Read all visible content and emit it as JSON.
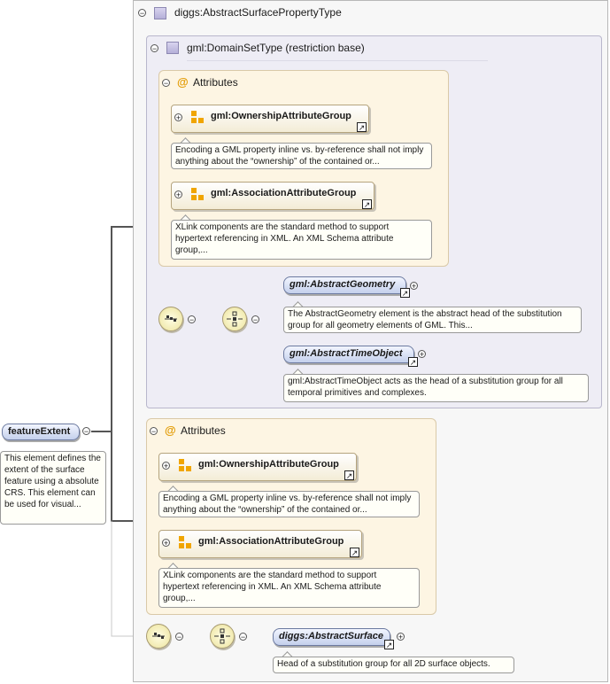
{
  "root": {
    "name": "featureExtent",
    "doc": "This element defines the extent of the surface feature using a absolute CRS. This element can be used for visual..."
  },
  "outer_type": {
    "name": "diggs:AbstractSurfacePropertyType"
  },
  "domain_set": {
    "name": "gml:DomainSetType (restriction base)"
  },
  "inner_attributes": {
    "title": "Attributes",
    "groups": [
      {
        "name": "gml:OwnershipAttributeGroup",
        "doc": "Encoding a GML property inline vs. by-reference shall not imply anything about the “ownership” of the contained or..."
      },
      {
        "name": "gml:AssociationAttributeGroup",
        "doc": "XLink components are the standard method to support hypertext referencing in XML. An XML Schema attribute group,..."
      }
    ]
  },
  "inner_choice": {
    "elements": [
      {
        "name": "gml:AbstractGeometry",
        "doc": "The AbstractGeometry element is the abstract head of the substitution group for all geometry elements of GML. This..."
      },
      {
        "name": "gml:AbstractTimeObject",
        "doc": "gml:AbstractTimeObject acts as the head of a substitution group for all temporal primitives and complexes."
      }
    ]
  },
  "outer_attributes": {
    "title": "Attributes",
    "groups": [
      {
        "name": "gml:OwnershipAttributeGroup",
        "doc": "Encoding a GML property inline vs. by-reference shall not imply anything about the “ownership” of the contained or..."
      },
      {
        "name": "gml:AssociationAttributeGroup",
        "doc": "XLink components are the standard method to support hypertext referencing in XML. An XML Schema attribute group,..."
      }
    ]
  },
  "outer_sequence": {
    "element": {
      "name": "diggs:AbstractSurface",
      "doc": "Head of a substitution group for all 2D surface objects."
    }
  },
  "icons": {
    "collapse": "−",
    "expand": "+",
    "link": "↗",
    "attribute": "@"
  }
}
